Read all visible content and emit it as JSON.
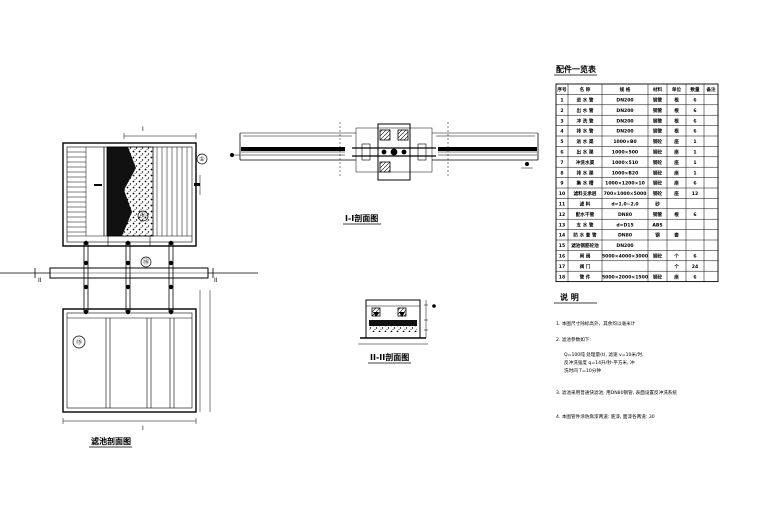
{
  "labels": {
    "plan_title": "滤池剖面图",
    "section1_title": "I-I剖面图",
    "section2_title": "II-II剖面图",
    "table_title": "配件一览表",
    "notes_title": "说  明",
    "plan_marks": [
      "I",
      "I",
      "II",
      "II"
    ],
    "callouts": [
      "①",
      "⑪",
      "⑯",
      "⑮"
    ]
  },
  "parts_table": {
    "headers": [
      "序号",
      "名  称",
      "规  格",
      "材料",
      "单位",
      "数量",
      "备注"
    ],
    "rows": [
      [
        "1",
        "进 水 管",
        "DN200",
        "钢管",
        "根",
        "6",
        ""
      ],
      [
        "2",
        "出 水 管",
        "DN200",
        "钢管",
        "根",
        "6",
        ""
      ],
      [
        "3",
        "冲 洗 管",
        "DN200",
        "钢管",
        "根",
        "6",
        ""
      ],
      [
        "4",
        "排 水 管",
        "DN200",
        "钢管",
        "根",
        "6",
        ""
      ],
      [
        "5",
        "进 水 渠",
        "1000×B0",
        "钢砼",
        "座",
        "1",
        ""
      ],
      [
        "6",
        "出 水 渠",
        "1000×500",
        "钢砼",
        "座",
        "1",
        ""
      ],
      [
        "7",
        "冲洗水渠",
        "1000×510",
        "钢砼",
        "座",
        "1",
        ""
      ],
      [
        "8",
        "排 水 渠",
        "1000×B20",
        "钢砼",
        "座",
        "1",
        ""
      ],
      [
        "9",
        "集 水 槽",
        "1000×1200×10",
        "钢砼",
        "座",
        "6",
        ""
      ],
      [
        "10",
        "滤料支承层",
        "700×1000×5000",
        "钢砼",
        "座",
        "12",
        ""
      ],
      [
        "11",
        "滤  料",
        "d=1.0~2.0",
        "砂",
        "",
        "",
        ""
      ],
      [
        "12",
        "配水干管",
        "DN80",
        "钢管",
        "根",
        "6",
        ""
      ],
      [
        "13",
        "支 水 管",
        "d=D15",
        "ABS",
        "",
        "",
        ""
      ],
      [
        "14",
        "防 水 套 管",
        "DN80",
        "钢",
        "套",
        "",
        ""
      ],
      [
        "15",
        "滤池钢筋砼池",
        "DN200",
        "",
        "",
        "",
        ""
      ],
      [
        "16",
        "闸  阀",
        "5000×4000×3000",
        "钢砼",
        "个",
        "6",
        ""
      ],
      [
        "17",
        "阀  门",
        "",
        "",
        "个",
        "24",
        ""
      ],
      [
        "18",
        "管  件",
        "5000×2000×1500",
        "钢砼",
        "座",
        "6",
        ""
      ]
    ]
  },
  "notes": [
    "1. 本图尺寸除标高外，其余均以毫米计",
    "2. 滤池参数如下:",
    "Q=100吨   处理量(t), 滤速 v=10米/时,",
    "反冲洗强度 q=14升/秒·平方米, 冲",
    "洗时间 T=10分钟",
    "3. 滤池采用普通快滤池, 用DN80钢管, 表面设置反冲洗系统",
    "4. 本图管件涂防腐漆两道: 底漆, 面漆各两道: 30"
  ]
}
